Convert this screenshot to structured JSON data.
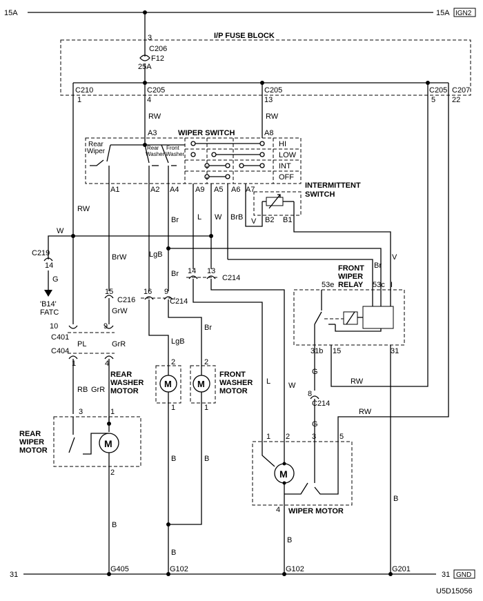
{
  "header": {
    "left_feed": "15A",
    "right_feed": "15A",
    "ign_tag": "IGN2",
    "fuse_block_title": "I/P FUSE BLOCK",
    "fuse_pin": "3",
    "fuse_conn": "C206",
    "fuse_id": "F12",
    "fuse_rating": "25A"
  },
  "connectors": {
    "c210": "C210",
    "c210_pin": "1",
    "c205_a": "C205",
    "c205_a_pin": "4",
    "c205_b": "C205",
    "c205_b_pin": "13",
    "c205_c": "C205",
    "c205_c_pin": "5",
    "c207": "C207",
    "c207_pin": "22",
    "c219": "C219",
    "c219_pin": "14",
    "c216": "C216",
    "c216_pin": "15",
    "c214_a": "C214",
    "c214_a_p1": "14",
    "c214_a_p2": "13",
    "c214_b": "C214",
    "c214_b_p1": "16",
    "c214_b_p2": "9",
    "c214_c": "C214",
    "c214_c_pin": "8",
    "c401": "C401",
    "c404": "C404",
    "c401_p1": "10",
    "c401_p2": "9",
    "c404_p1": "1",
    "c404_p2": "4"
  },
  "wiper_switch": {
    "title": "WIPER SWITCH",
    "rear_label_1": "Rear",
    "rear_label_2": "Wiper",
    "rwasher_1": "Rear",
    "rwasher_2": "Washer",
    "fwasher_1": "Front",
    "fwasher_2": "Washer",
    "pin_a3": "A3",
    "pin_a8": "A8",
    "pin_a1": "A1",
    "pin_a2": "A2",
    "pin_a4": "A4",
    "pin_a9": "A9",
    "pin_a5": "A5",
    "pin_a6": "A6",
    "pin_a7": "A7",
    "positions": [
      "HI",
      "LOW",
      "INT",
      "OFF"
    ]
  },
  "intermittent_switch": {
    "title_1": "INTERMITTENT",
    "title_2": "SWITCH",
    "pin_b2": "B2",
    "pin_b1": "B1"
  },
  "relay": {
    "title_1": "FRONT",
    "title_2": "WIPER",
    "title_3": "RELAY",
    "pin_53e": "53e",
    "pin_53c": "53c",
    "pin_i": "I",
    "pin_31b": "31b",
    "pin_15": "15",
    "pin_31": "31"
  },
  "components": {
    "fatc_1": "'B14'",
    "fatc_2": "FATC",
    "rear_washer_1": "REAR",
    "rear_washer_2": "WASHER",
    "rear_washer_3": "MOTOR",
    "front_washer_1": "FRONT",
    "front_washer_2": "WASHER",
    "front_washer_3": "MOTOR",
    "rear_wiper_1": "REAR",
    "rear_wiper_2": "WIPER",
    "rear_wiper_3": "MOTOR",
    "wiper_motor": "WIPER MOTOR",
    "motor_glyph": "M"
  },
  "pins": {
    "rw_motor_3": "3",
    "rw_motor_1": "1",
    "rw_motor_2": "2",
    "rwash_2": "2",
    "rwash_1": "1",
    "fwash_2": "2",
    "fwash_1": "1",
    "wm_1": "1",
    "wm_2": "2",
    "wm_3": "3",
    "wm_5": "5",
    "wm_4": "4"
  },
  "wires": {
    "rw_top_1": "RW",
    "rw_top_2": "RW",
    "rw_left": "RW",
    "w_bus": "W",
    "g_c219": "G",
    "brw": "BrW",
    "grw": "GrW",
    "br_a4": "Br",
    "lgb_bus": "LgB",
    "l_a9": "L",
    "w_a5": "W",
    "brb": "BrB",
    "v_short": "V",
    "br_relay": "Br",
    "v_relay": "V",
    "br_c214": "Br",
    "br_fwash": "Br",
    "lgb_rwash": "LgB",
    "pl": "PL",
    "grr": "GrR",
    "rb": "RB",
    "grr_low": "GrR",
    "l_wm": "L",
    "w_wm": "W",
    "g_relay": "G",
    "g_low": "G",
    "rw_low": "RW",
    "rw_low2": "RW",
    "b_rear": "B",
    "b_rwash": "B",
    "b_fwash": "B",
    "b_g102a": "B",
    "b_wm": "B",
    "b_g201": "B"
  },
  "footer": {
    "left_gnd": "31",
    "right_gnd": "31",
    "gnd_tag": "GND",
    "g405": "G405",
    "g102_a": "G102",
    "g102_b": "G102",
    "g201": "G201",
    "diagram_code": "U5D15056"
  }
}
